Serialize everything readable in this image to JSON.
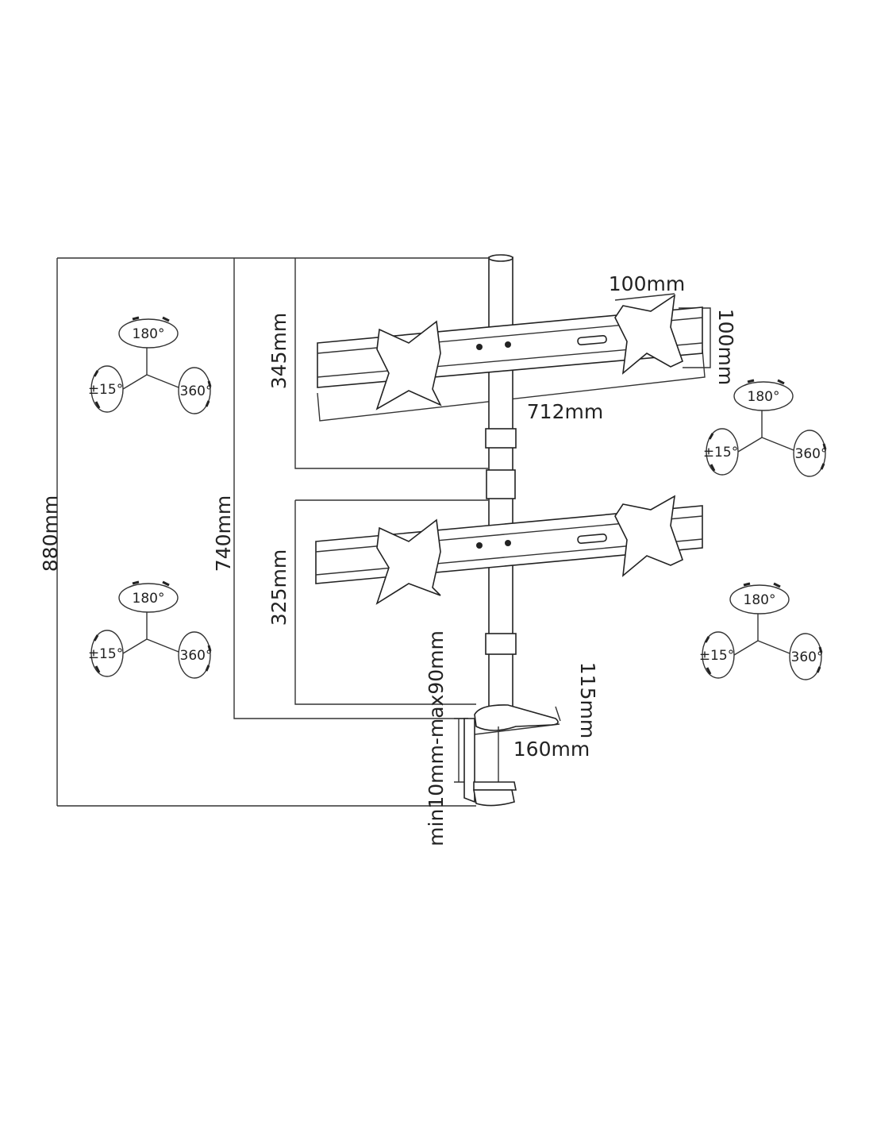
{
  "dimensions": {
    "total_height": "880mm",
    "mid_height": "740mm",
    "upper_spacing": "345mm",
    "lower_spacing": "325mm",
    "vesa_width": "100mm",
    "vesa_height": "100mm",
    "bar_width": "712mm",
    "clamp_height": "115mm",
    "clamp_depth": "160mm",
    "desk_thickness": "min10mm-max90mm"
  },
  "rotation_icons": [
    {
      "tilt": "180°",
      "swivel": "±15°",
      "rotate": "360°"
    },
    {
      "tilt": "180°",
      "swivel": "±15°",
      "rotate": "360°"
    },
    {
      "tilt": "180°",
      "swivel": "±15°",
      "rotate": "360°"
    },
    {
      "tilt": "180°",
      "swivel": "±15°",
      "rotate": "360°"
    }
  ]
}
